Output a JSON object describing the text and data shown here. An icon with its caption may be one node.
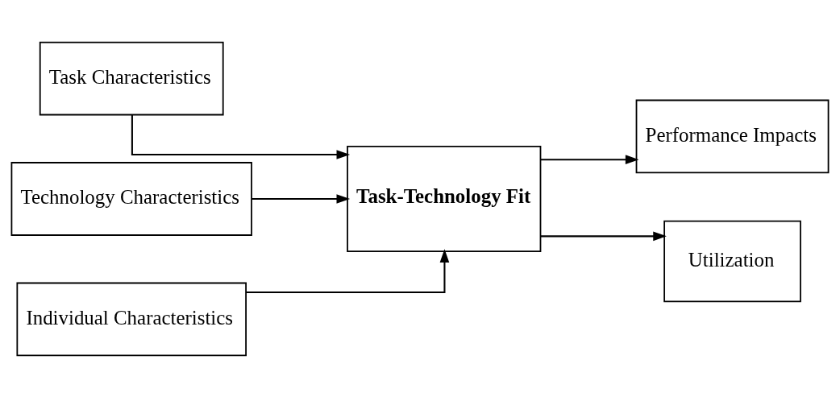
{
  "diagram": {
    "nodes": [
      {
        "text": [
          "Task Characteristics"
        ]
      },
      {
        "text": [
          "Technology Characteristics"
        ]
      },
      {
        "text": [
          "Individual Characteristics"
        ]
      },
      {
        "text": [
          "Task-Technology Fit"
        ]
      },
      {
        "text": [
          "Performance Impacts"
        ]
      },
      {
        "text": [
          "Utilization"
        ]
      }
    ],
    "edges": [
      {
        "from": 0,
        "to": 3,
        "arrow": "to"
      },
      {
        "from": 1,
        "to": 3,
        "arrow": "to"
      },
      {
        "from": 2,
        "to": 3,
        "arrow": "to"
      },
      {
        "from": 3,
        "to": 4,
        "arrow": "to"
      },
      {
        "from": 3,
        "to": 5,
        "arrow": "to"
      }
    ]
  }
}
